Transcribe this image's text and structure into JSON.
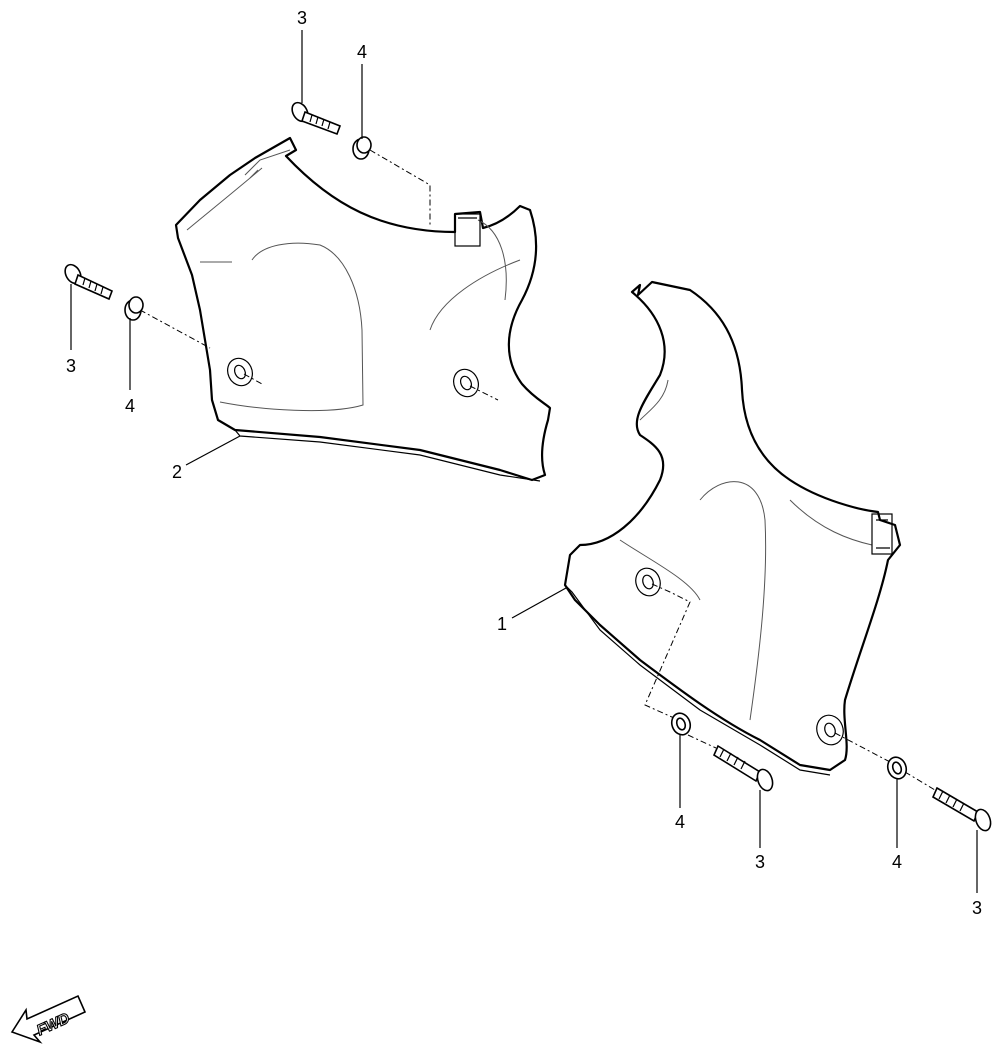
{
  "parts": {
    "p1": "1",
    "p2": "2",
    "p3": "3",
    "p4": "4"
  },
  "fwd_label": "FWD"
}
